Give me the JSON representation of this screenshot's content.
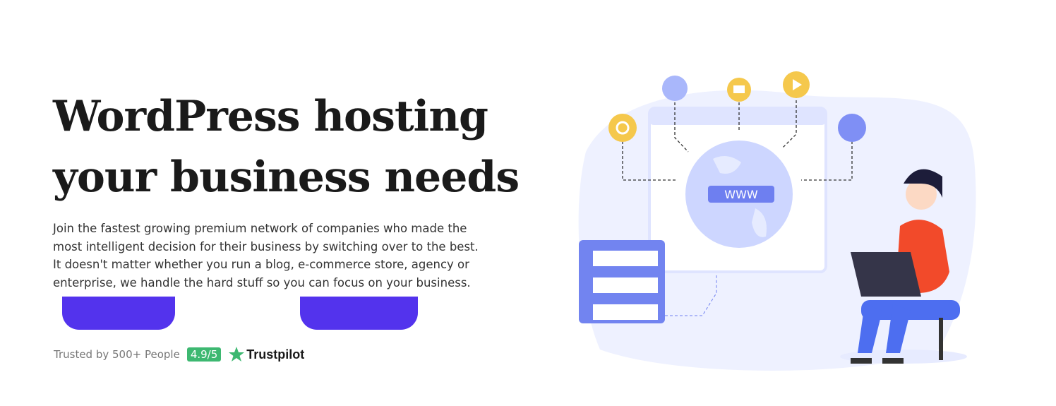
{
  "hero": {
    "title_line1": "WordPress hosting",
    "title_line2": "your business needs",
    "description": "Join the fastest growing premium network of companies who made the most intelligent decision for their business by switching over to the best. It doesn't matter whether you run a blog, e-commerce store, agency or enterprise, we handle the hard stuff so you can focus on your business."
  },
  "trust": {
    "text": "Trusted by 500+ People",
    "rating": "4.9/5",
    "brand": "Trustpilot"
  },
  "illustration": {
    "globe_label": "WWW"
  },
  "colors": {
    "accent": "#5333ed",
    "trustpilot": "#3db871"
  }
}
